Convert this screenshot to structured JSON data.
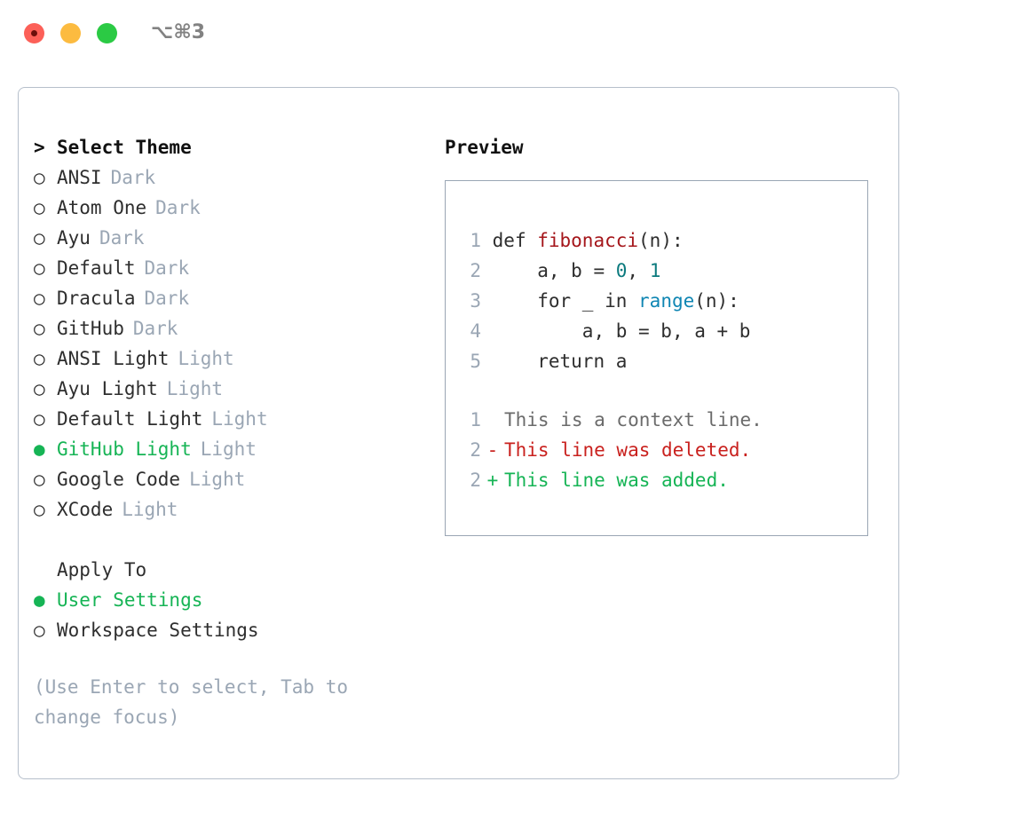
{
  "window": {
    "traffic_lights": [
      {
        "name": "close",
        "color": "#fc6058"
      },
      {
        "name": "minimize",
        "color": "#fcbb40"
      },
      {
        "name": "maximize",
        "color": "#2bca44"
      }
    ],
    "shortcut_label": "⌥⌘3"
  },
  "theme_picker": {
    "heading_marker": ">",
    "heading": "Select Theme",
    "marker_unselected": "○",
    "marker_selected": "●",
    "items": [
      {
        "name": "ANSI",
        "variant": "Dark",
        "selected": false
      },
      {
        "name": "Atom One",
        "variant": "Dark",
        "selected": false
      },
      {
        "name": "Ayu",
        "variant": "Dark",
        "selected": false
      },
      {
        "name": "Default",
        "variant": "Dark",
        "selected": false
      },
      {
        "name": "Dracula",
        "variant": "Dark",
        "selected": false
      },
      {
        "name": "GitHub",
        "variant": "Dark",
        "selected": false
      },
      {
        "name": "ANSI Light",
        "variant": "Light",
        "selected": false
      },
      {
        "name": "Ayu Light",
        "variant": "Light",
        "selected": false
      },
      {
        "name": "Default Light",
        "variant": "Light",
        "selected": false
      },
      {
        "name": "GitHub Light",
        "variant": "Light",
        "selected": true
      },
      {
        "name": "Google Code",
        "variant": "Light",
        "selected": false
      },
      {
        "name": "XCode",
        "variant": "Light",
        "selected": false
      }
    ]
  },
  "apply_to": {
    "heading": "Apply To",
    "options": [
      {
        "label": "User Settings",
        "selected": true
      },
      {
        "label": "Workspace Settings",
        "selected": false
      }
    ]
  },
  "hint": "(Use Enter to select, Tab to change focus)",
  "preview": {
    "title": "Preview",
    "code_lines": [
      {
        "num": "1",
        "segments": [
          {
            "text": "def ",
            "token": "plain"
          },
          {
            "text": "fibonacci",
            "token": "fn"
          },
          {
            "text": "(n):",
            "token": "plain"
          }
        ]
      },
      {
        "num": "2",
        "segments": [
          {
            "text": "    a, b = ",
            "token": "plain"
          },
          {
            "text": "0",
            "token": "num"
          },
          {
            "text": ", ",
            "token": "plain"
          },
          {
            "text": "1",
            "token": "num"
          }
        ]
      },
      {
        "num": "3",
        "segments": [
          {
            "text": "    for _ in ",
            "token": "plain"
          },
          {
            "text": "range",
            "token": "call"
          },
          {
            "text": "(n):",
            "token": "plain"
          }
        ]
      },
      {
        "num": "4",
        "segments": [
          {
            "text": "        a, b = b, a + b",
            "token": "plain"
          }
        ]
      },
      {
        "num": "5",
        "segments": [
          {
            "text": "    return a",
            "token": "plain"
          }
        ]
      }
    ],
    "diff_lines": [
      {
        "num": "1",
        "sign": " ",
        "text": "This is a context line.",
        "kind": "context"
      },
      {
        "num": "2",
        "sign": "-",
        "text": "This line was deleted.",
        "kind": "del"
      },
      {
        "num": "2",
        "sign": "+",
        "text": "This line was added.",
        "kind": "add"
      }
    ]
  },
  "colors": {
    "selected_green": "#16b455",
    "muted": "#9aa6b4",
    "text": "#2e2e2e",
    "diff_delete": "#c9211e",
    "diff_add": "#16b455",
    "syntax_function": "#a5161b",
    "syntax_number": "#0c7a7e",
    "syntax_call": "#0f86b3"
  }
}
